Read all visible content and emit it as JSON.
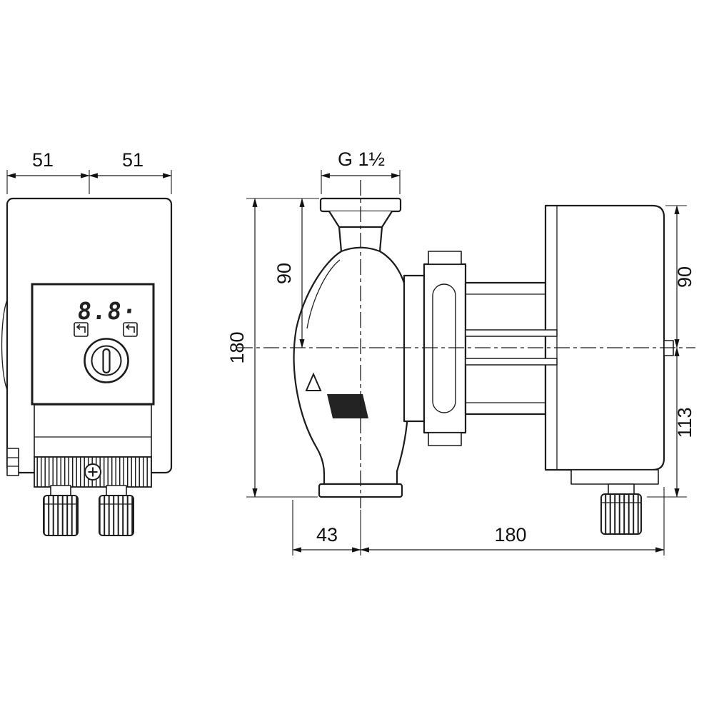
{
  "drawing": {
    "display_value": "8.8·",
    "dims": {
      "front_width_left": "51",
      "front_width_right": "51",
      "port_thread": "G 1½",
      "port_height": "90",
      "total_height": "180",
      "rear_top_height": "90",
      "rear_bottom_height": "113",
      "bottom_offset": "43",
      "bottom_length": "180"
    },
    "icons": {
      "left_button": "return-icon",
      "right_button": "return-icon",
      "flow_marker": "triangle-up-icon",
      "screw": "phillips-screw-icon"
    }
  }
}
